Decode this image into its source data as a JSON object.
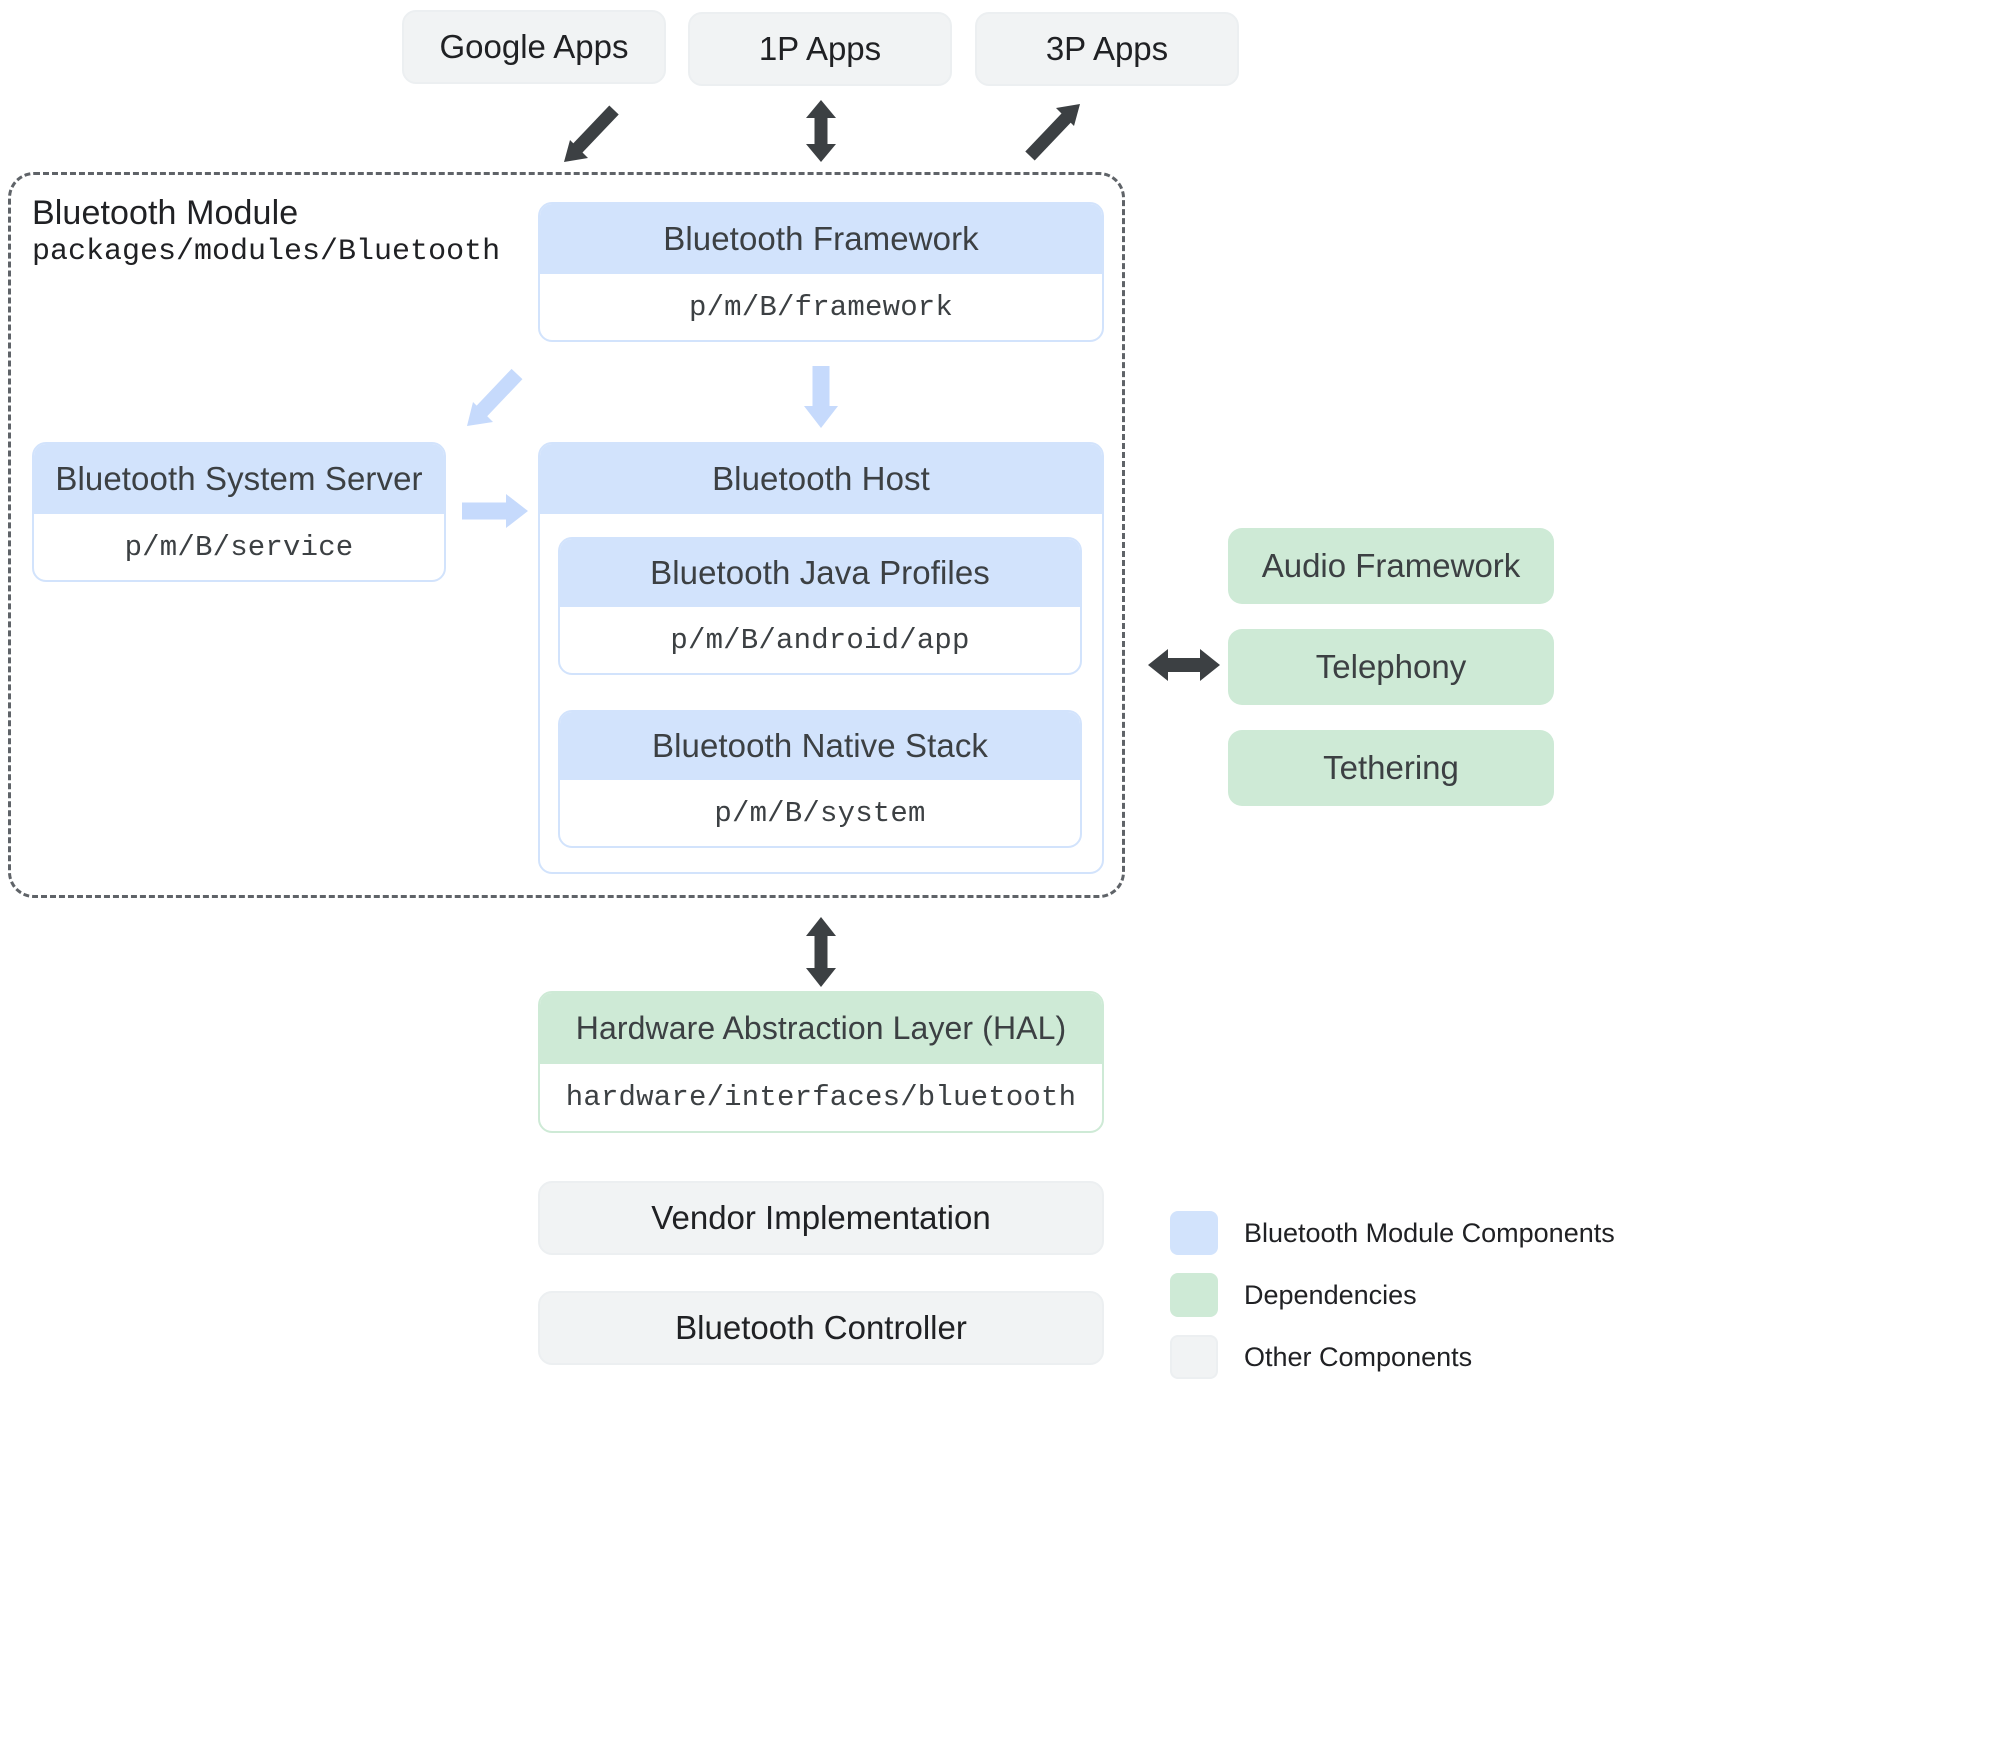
{
  "top_apps": [
    {
      "label": "Google Apps"
    },
    {
      "label": "1P Apps"
    },
    {
      "label": "3P Apps"
    }
  ],
  "module": {
    "title": "Bluetooth Module",
    "path": "packages/modules/Bluetooth"
  },
  "nodes": {
    "framework": {
      "title": "Bluetooth Framework",
      "path": "p/m/B/framework"
    },
    "system_server": {
      "title": "Bluetooth System Server",
      "path": "p/m/B/service"
    },
    "host": {
      "title": "Bluetooth Host"
    },
    "java_profiles": {
      "title": "Bluetooth Java Profiles",
      "path": "p/m/B/android/app"
    },
    "native_stack": {
      "title": "Bluetooth Native Stack",
      "path": "p/m/B/system"
    },
    "hal": {
      "title": "Hardware Abstraction Layer (HAL)",
      "path": "hardware/interfaces/bluetooth"
    },
    "vendor": {
      "title": "Vendor Implementation"
    },
    "controller": {
      "title": "Bluetooth Controller"
    }
  },
  "dependencies": [
    {
      "label": "Audio Framework"
    },
    {
      "label": "Telephony"
    },
    {
      "label": "Tethering"
    }
  ],
  "legend": [
    {
      "swatch": "blue",
      "label": "Bluetooth Module Components"
    },
    {
      "swatch": "green",
      "label": "Dependencies"
    },
    {
      "swatch": "grey",
      "label": "Other Components"
    }
  ],
  "colors": {
    "module_component": "#d2e3fc",
    "dependency": "#ceead6",
    "other_component": "#f1f3f4",
    "dark_arrow": "#3c4043",
    "light_arrow": "#c6dafc",
    "module_border": "#5f6368"
  },
  "arrows": {
    "google_apps_to_module": "arrow-down-left-icon",
    "oneP_apps_to_module": "arrow-up-down-icon",
    "threeP_apps_to_module": "arrow-up-right-icon",
    "framework_to_system_server": "arrow-down-left-icon",
    "framework_to_host": "arrow-down-icon",
    "system_server_to_host": "arrow-right-icon",
    "module_to_dependencies": "arrow-left-right-icon",
    "module_to_hal": "arrow-up-down-icon"
  }
}
